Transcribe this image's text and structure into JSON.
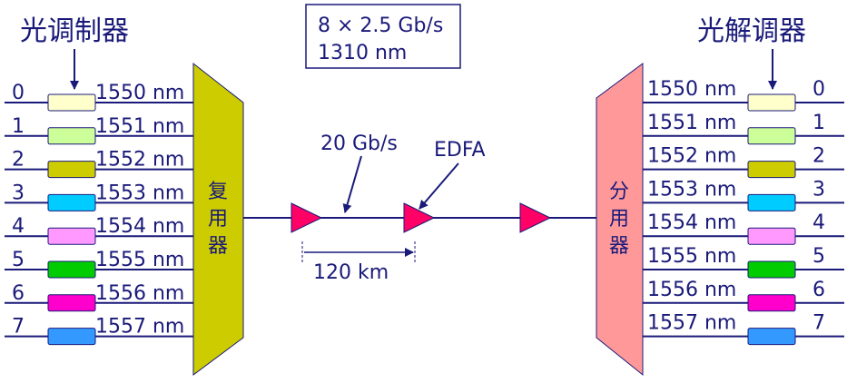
{
  "titles": {
    "modulator": "光调制器",
    "demodulator": "光解调器"
  },
  "info_box": {
    "line1": "8 × 2.5 Gb/s",
    "line2": "1310 nm"
  },
  "mux_label": [
    "复",
    "用",
    "器"
  ],
  "demux_label": [
    "分",
    "用",
    "器"
  ],
  "left_channels": [
    {
      "index": "0",
      "wavelength": "1550 nm",
      "color": "#FFFFCC"
    },
    {
      "index": "1",
      "wavelength": "1551 nm",
      "color": "#CCFF99"
    },
    {
      "index": "2",
      "wavelength": "1552 nm",
      "color": "#CCCC00"
    },
    {
      "index": "3",
      "wavelength": "1553 nm",
      "color": "#00CCFF"
    },
    {
      "index": "4",
      "wavelength": "1554 nm",
      "color": "#FF99FF"
    },
    {
      "index": "5",
      "wavelength": "1555 nm",
      "color": "#00CC00"
    },
    {
      "index": "6",
      "wavelength": "1556 nm",
      "color": "#FF00CC"
    },
    {
      "index": "7",
      "wavelength": "1557 nm",
      "color": "#3399FF"
    }
  ],
  "right_channels": [
    {
      "index": "0",
      "wavelength": "1550 nm",
      "color": "#FFFFCC"
    },
    {
      "index": "1",
      "wavelength": "1551 nm",
      "color": "#CCFF99"
    },
    {
      "index": "2",
      "wavelength": "1552 nm",
      "color": "#CCCC00"
    },
    {
      "index": "3",
      "wavelength": "1553 nm",
      "color": "#00CCFF"
    },
    {
      "index": "4",
      "wavelength": "1554 nm",
      "color": "#FF99FF"
    },
    {
      "index": "5",
      "wavelength": "1555 nm",
      "color": "#00CC00"
    },
    {
      "index": "6",
      "wavelength": "1556 nm",
      "color": "#FF00CC"
    },
    {
      "index": "7",
      "wavelength": "1557 nm",
      "color": "#3399FF"
    }
  ],
  "link": {
    "rate_label": "20 Gb/s",
    "amp_label": "EDFA",
    "span_label": "120 km"
  },
  "colors": {
    "line": "#1a1a7a",
    "text": "#1a1a7a",
    "mux_fill": "#CCCC00",
    "demux_fill": "#FF9999",
    "amp_fill": "#FF0066"
  }
}
